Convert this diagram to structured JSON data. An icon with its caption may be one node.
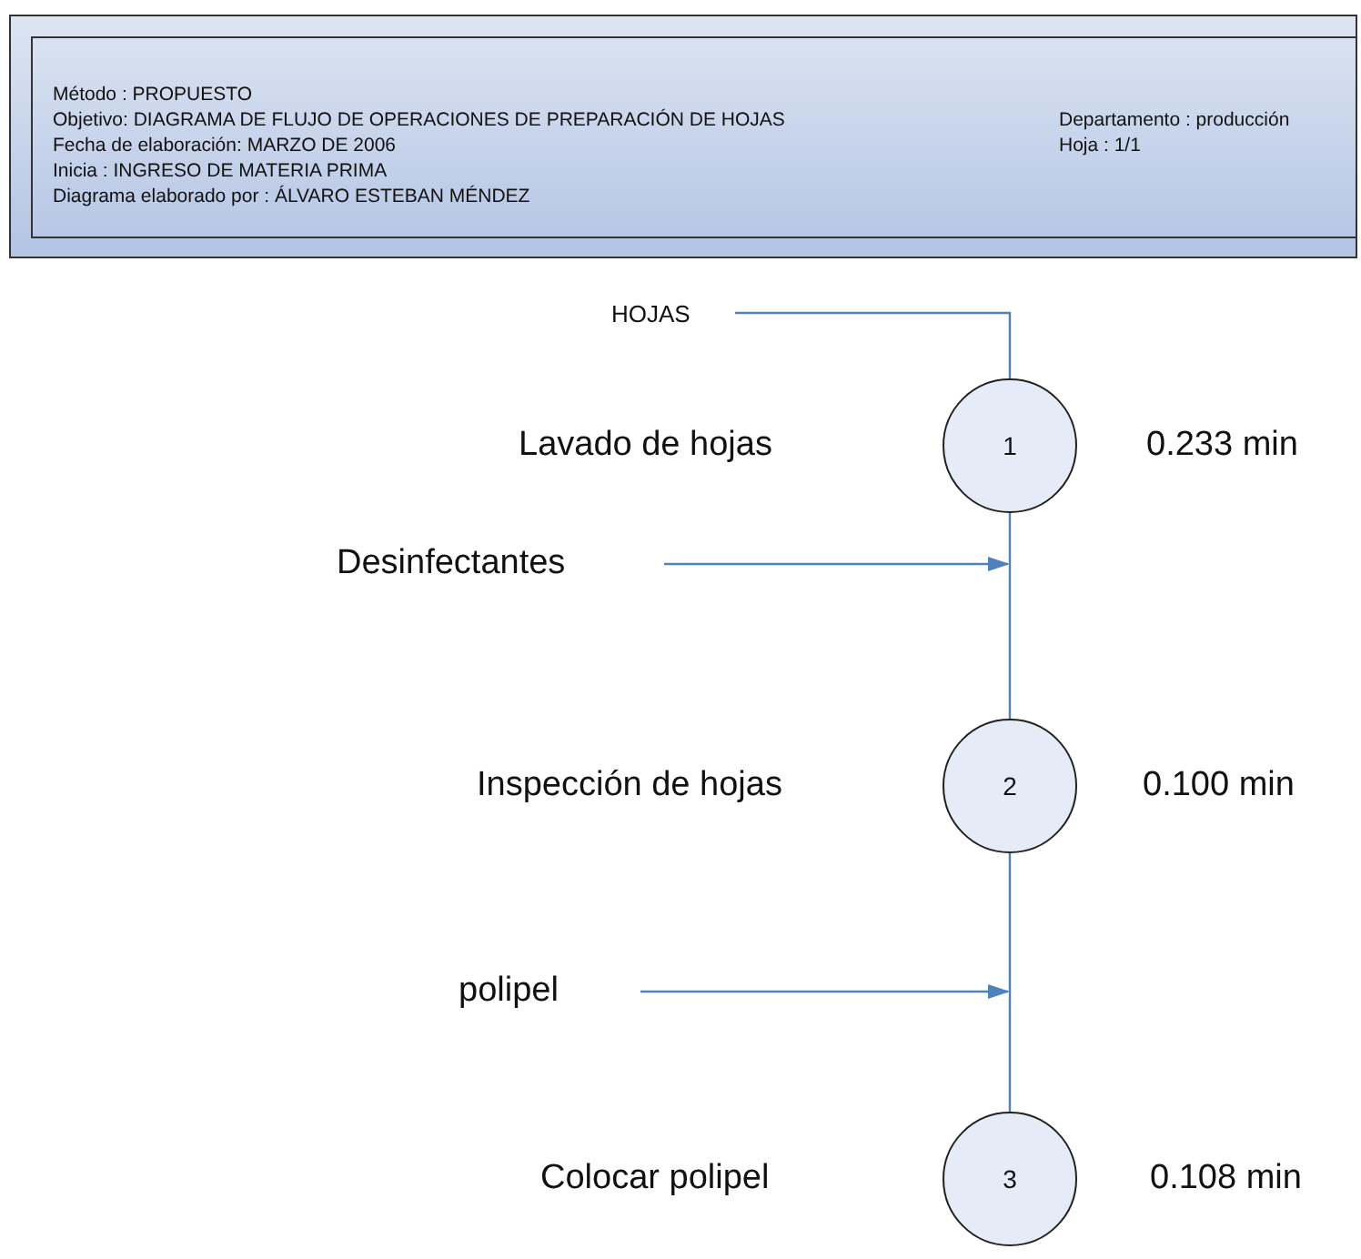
{
  "diagram": {
    "nodes": [
      {
        "text": [
          "HOJAS"
        ]
      },
      {
        "text": [
          "1"
        ],
        "beside": [
          "0.233 min"
        ]
      },
      {
        "text": [
          "Desinfectantes"
        ]
      },
      {
        "text": [
          "2"
        ],
        "beside": [
          "0.100 min"
        ]
      },
      {
        "text": [
          "polipel"
        ]
      },
      {
        "text": [
          "3"
        ],
        "beside": [
          "0.108 min"
        ]
      }
    ],
    "edges": [
      {
        "from": 0,
        "to": 1,
        "arrow": "none"
      },
      {
        "from": 1,
        "to": 3,
        "arrow": "none"
      },
      {
        "from": 2,
        "to": null,
        "arrow": "to"
      },
      {
        "from": 3,
        "to": 5,
        "arrow": "none"
      },
      {
        "from": 4,
        "to": null,
        "arrow": "to"
      }
    ],
    "labels": [
      "Método : PROPUESTO",
      "Objetivo: DIAGRAMA DE FLUJO DE OPERACIONES DE PREPARACIÓN DE HOJAS",
      "Departamento : producción",
      "Fecha de elaboración: MARZO DE 2006",
      "Hoja : 1/1",
      "Inicia : INGRESO DE MATERIA PRIMA",
      "Diagrama elaborado por : ÁLVARO ESTEBAN MÉNDEZ",
      "Lavado de hojas",
      "Inspección de hojas",
      "Colocar polipel"
    ]
  }
}
